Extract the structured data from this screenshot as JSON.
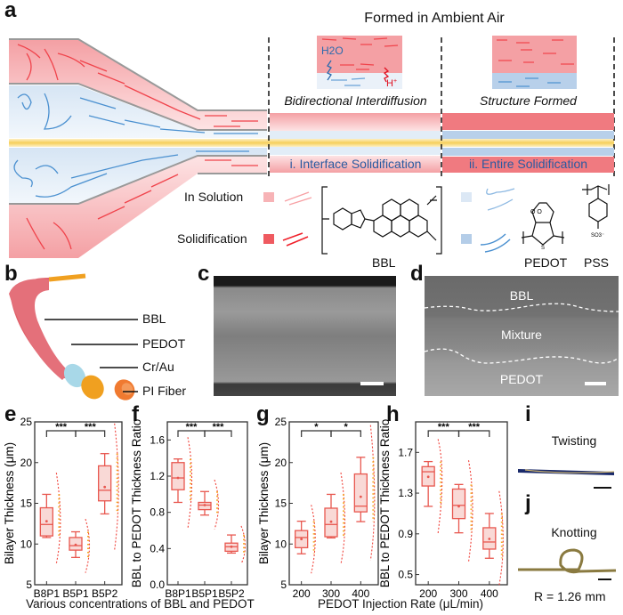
{
  "panels": {
    "a": "a",
    "b": "b",
    "c": "c",
    "d": "d",
    "e": "e",
    "f": "f",
    "g": "g",
    "h": "h",
    "i": "i",
    "j": "j"
  },
  "panel_a": {
    "title": "Formed in Ambient Air",
    "stage1_caption": "Bidirectional Interdiffusion",
    "stage2_caption": "Structure Formed",
    "stage1_band_label": "i. Interface Solidification",
    "stage2_band_label": "ii. Entire Solidification",
    "h2o": "H2O",
    "h_plus": "H+",
    "legend_in_solution": "In Solution",
    "legend_solidification": "Solidification",
    "bbl_label": "BBL",
    "pedot_label": "PEDOT",
    "pss_label": "PSS",
    "colors": {
      "bbl_solution": "#f7b3b6",
      "bbl_solid": "#ef5a60",
      "pedot_solution": "#dce8f5",
      "pedot_solid": "#b4cde8",
      "core": "#f6d36a",
      "chain_red": "#f0434b",
      "chain_blue": "#4a90d0"
    }
  },
  "panel_b": {
    "layers": [
      "BBL",
      "PEDOT",
      "Cr/Au",
      "PI Fiber"
    ],
    "colors": [
      "#e0606a",
      "#a8d8e8",
      "#f0a020",
      "#f07a30"
    ]
  },
  "panel_d": {
    "regions": [
      "BBL",
      "Mixture",
      "PEDOT"
    ]
  },
  "panel_i": {
    "label": "Twisting"
  },
  "panel_j": {
    "label": "Knotting",
    "radius_text": "R = 1.26 mm"
  },
  "shared_xlabel_ef": "Various concentrations of BBL and PEDOT",
  "shared_xlabel_gh": "PEDOT Injection Rate (μL/min)",
  "chart_data": [
    {
      "id": "e",
      "type": "box",
      "ylabel": "Bilayer Thickness (μm)",
      "ylim": [
        5,
        25
      ],
      "yticks": [
        5,
        10,
        15,
        20,
        25
      ],
      "categories": [
        "B8P1",
        "B5P1",
        "B5P2"
      ],
      "boxes": [
        {
          "min": 10.8,
          "q1": 11.0,
          "median": 12.4,
          "q3": 14.45,
          "max": 16.1,
          "mean": 12.8
        },
        {
          "min": 8.35,
          "q1": 9.25,
          "median": 9.8,
          "q3": 10.8,
          "max": 11.5,
          "mean": 9.9
        },
        {
          "min": 13.7,
          "q1": 15.3,
          "median": 16.6,
          "q3": 19.6,
          "max": 21.1,
          "mean": 17.0
        }
      ],
      "significance": [
        {
          "from": 0,
          "to": 1,
          "label": "***"
        },
        {
          "from": 1,
          "to": 2,
          "label": "***"
        }
      ]
    },
    {
      "id": "f",
      "type": "box",
      "ylabel": "BBL to PEDOT Thickness Ratio",
      "ylim": [
        0,
        1.8
      ],
      "yticks": [
        0.0,
        0.4,
        0.8,
        1.2,
        1.6
      ],
      "categories": [
        "B8P1",
        "B5P1",
        "B5P2"
      ],
      "boxes": [
        {
          "min": 0.91,
          "q1": 1.05,
          "median": 1.18,
          "q3": 1.35,
          "max": 1.39,
          "mean": 1.18
        },
        {
          "min": 0.77,
          "q1": 0.83,
          "median": 0.88,
          "q3": 0.91,
          "max": 1.03,
          "mean": 0.88
        },
        {
          "min": 0.35,
          "q1": 0.37,
          "median": 0.42,
          "q3": 0.46,
          "max": 0.55,
          "mean": 0.42
        }
      ],
      "significance": [
        {
          "from": 0,
          "to": 1,
          "label": "***"
        },
        {
          "from": 1,
          "to": 2,
          "label": "***"
        }
      ]
    },
    {
      "id": "g",
      "type": "box",
      "ylabel": "Bilayer Thickness (μm)",
      "ylim": [
        5,
        25
      ],
      "yticks": [
        5,
        10,
        15,
        20,
        25
      ],
      "categories": [
        "200",
        "300",
        "400"
      ],
      "boxes": [
        {
          "min": 8.8,
          "q1": 9.55,
          "median": 10.8,
          "q3": 11.65,
          "max": 12.8,
          "mean": 10.6
        },
        {
          "min": 10.75,
          "q1": 10.9,
          "median": 12.4,
          "q3": 14.4,
          "max": 16.1,
          "mean": 12.75
        },
        {
          "min": 12.75,
          "q1": 13.95,
          "median": 14.65,
          "q3": 18.6,
          "max": 20.65,
          "mean": 15.8
        }
      ],
      "significance": [
        {
          "from": 0,
          "to": 1,
          "label": "*"
        },
        {
          "from": 1,
          "to": 2,
          "label": "*"
        }
      ]
    },
    {
      "id": "h",
      "type": "box",
      "ylabel": "BBL to PEDOT Thickness Ratio",
      "ylim": [
        0.4,
        2.0
      ],
      "yticks": [
        0.5,
        0.9,
        1.3,
        1.7
      ],
      "categories": [
        "200",
        "300",
        "400"
      ],
      "boxes": [
        {
          "min": 1.17,
          "q1": 1.37,
          "median": 1.51,
          "q3": 1.56,
          "max": 1.61,
          "mean": 1.46
        },
        {
          "min": 0.91,
          "q1": 1.05,
          "median": 1.18,
          "q3": 1.34,
          "max": 1.385,
          "mean": 1.17
        },
        {
          "min": 0.66,
          "q1": 0.75,
          "median": 0.82,
          "q3": 0.96,
          "max": 1.1,
          "mean": 0.85
        }
      ],
      "significance": [
        {
          "from": 0,
          "to": 1,
          "label": "***"
        },
        {
          "from": 1,
          "to": 2,
          "label": "***"
        }
      ]
    }
  ]
}
